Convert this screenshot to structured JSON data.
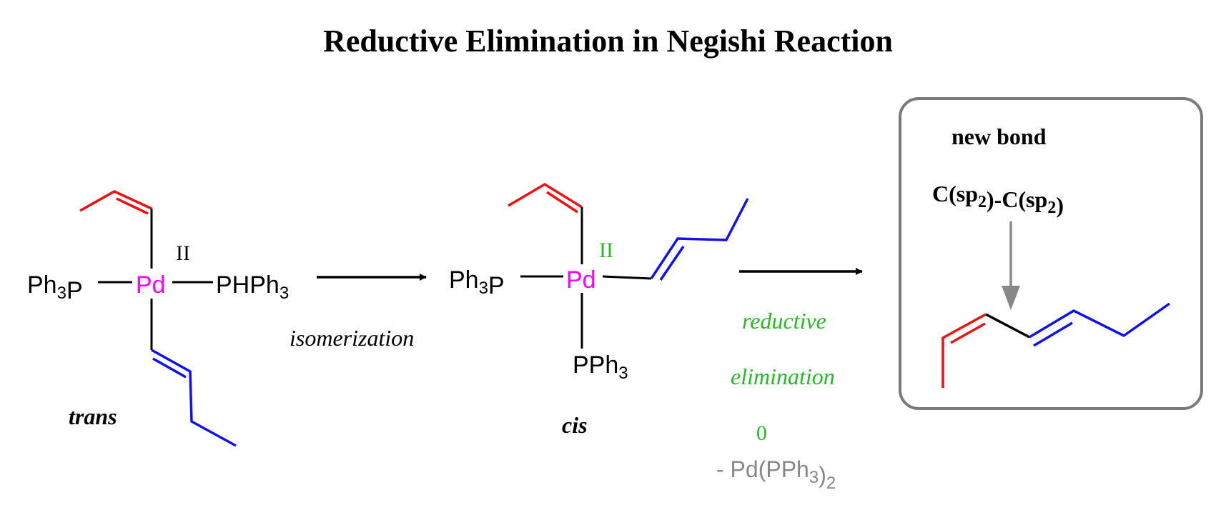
{
  "title": "Reductive Elimination in Negishi Reaction",
  "colors": {
    "palladium": "#ff00ff",
    "oxidation_state": "#22bb22",
    "vinyl_fragment": "#ee1111",
    "butenyl_fragment": "#1111ee",
    "byproduct": "#888888",
    "box_border": "#7a7a7a"
  },
  "complex_trans": {
    "left_ligand": "Ph3P",
    "right_ligand": "PHPh3",
    "metal": "Pd",
    "oxidation_state": "II",
    "label": "trans"
  },
  "step1": {
    "label": "isomerization"
  },
  "complex_cis": {
    "left_ligand": "Ph3P",
    "bottom_ligand": "PPh3",
    "metal": "Pd",
    "oxidation_state": "II",
    "label": "cis"
  },
  "step2": {
    "label_line1": "reductive",
    "label_line2": "elimination",
    "pd_oxidation_state": "0",
    "byproduct": "-  Pd(PPh3)2"
  },
  "product_box": {
    "heading": "new bond",
    "bond_type": "C(sp2)-C(sp2)"
  }
}
